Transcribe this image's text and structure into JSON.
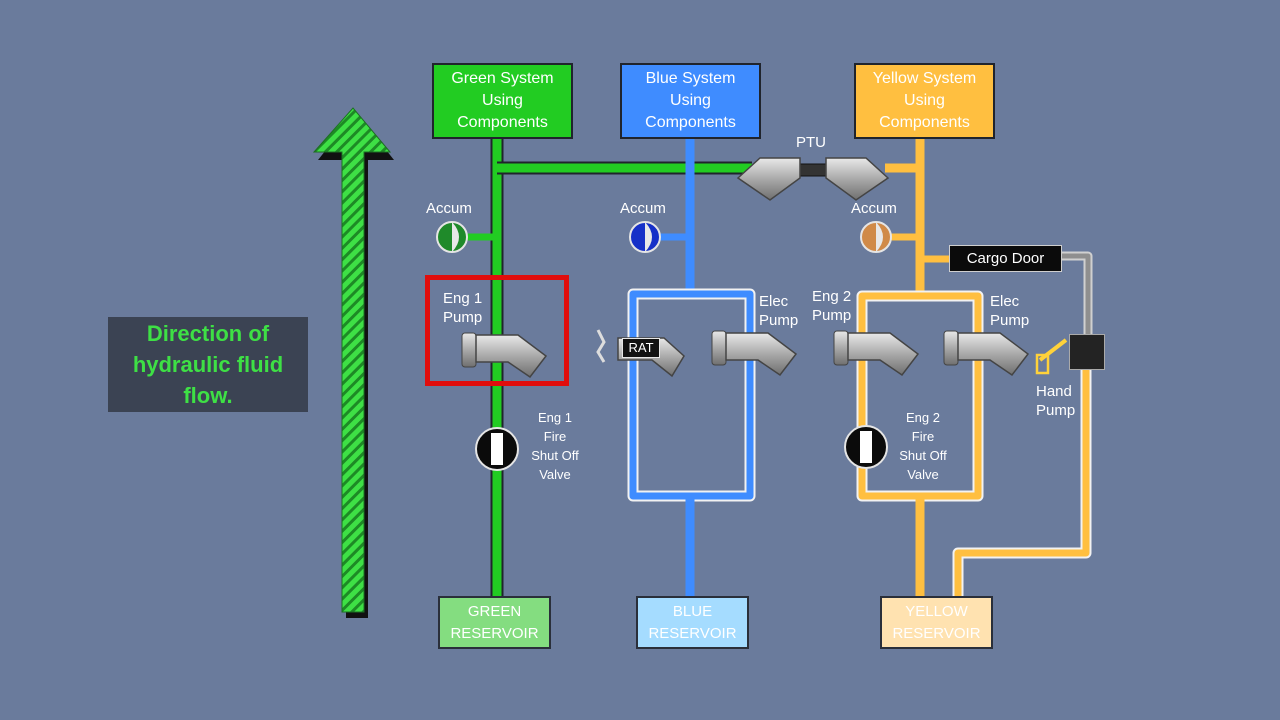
{
  "legend": {
    "text": "Direction of\nhydraulic fluid\nflow."
  },
  "systems": {
    "green": {
      "title": "Green System\nUsing\nComponents",
      "color": "#22cc22",
      "reservoir": "GREEN\nRESERVOIR",
      "reservoir_color": "#84dd80"
    },
    "blue": {
      "title": "Blue System\nUsing\nComponents",
      "color": "#3f8cff",
      "reservoir": "BLUE\nRESERVOIR",
      "reservoir_color": "#a5dcff"
    },
    "yellow": {
      "title": "Yellow System\nUsing\nComponents",
      "color": "#ffbf40",
      "reservoir": "YELLOW\nRESERVOIR",
      "reservoir_color": "#ffe2b0"
    }
  },
  "labels": {
    "ptu": "PTU",
    "accum_green": "Accum",
    "accum_blue": "Accum",
    "accum_yellow": "Accum",
    "eng1_pump": "Eng 1\nPump",
    "eng2_pump": "Eng 2\nPump",
    "elec_pump_blue": "Elec\nPump",
    "elec_pump_yellow": "Elec\nPump",
    "rat": "RAT",
    "cargo_door": "Cargo Door",
    "hand_pump": "Hand\nPump",
    "eng1_valve": "Eng 1\nFire\nShut Off\nValve",
    "eng2_valve": "Eng 2\nFire\nShut Off\nValve"
  },
  "highlight": {
    "component": "Eng 1 Pump",
    "color": "#e00d0d"
  },
  "flow_arrow": {
    "color": "#3ee045"
  },
  "icons": {
    "accumulator": "accumulator-icon",
    "pump": "pump-icon",
    "valve": "fire-shutoff-valve-icon",
    "ptu": "ptu-icon",
    "hand_pump": "hand-pump-icon"
  }
}
